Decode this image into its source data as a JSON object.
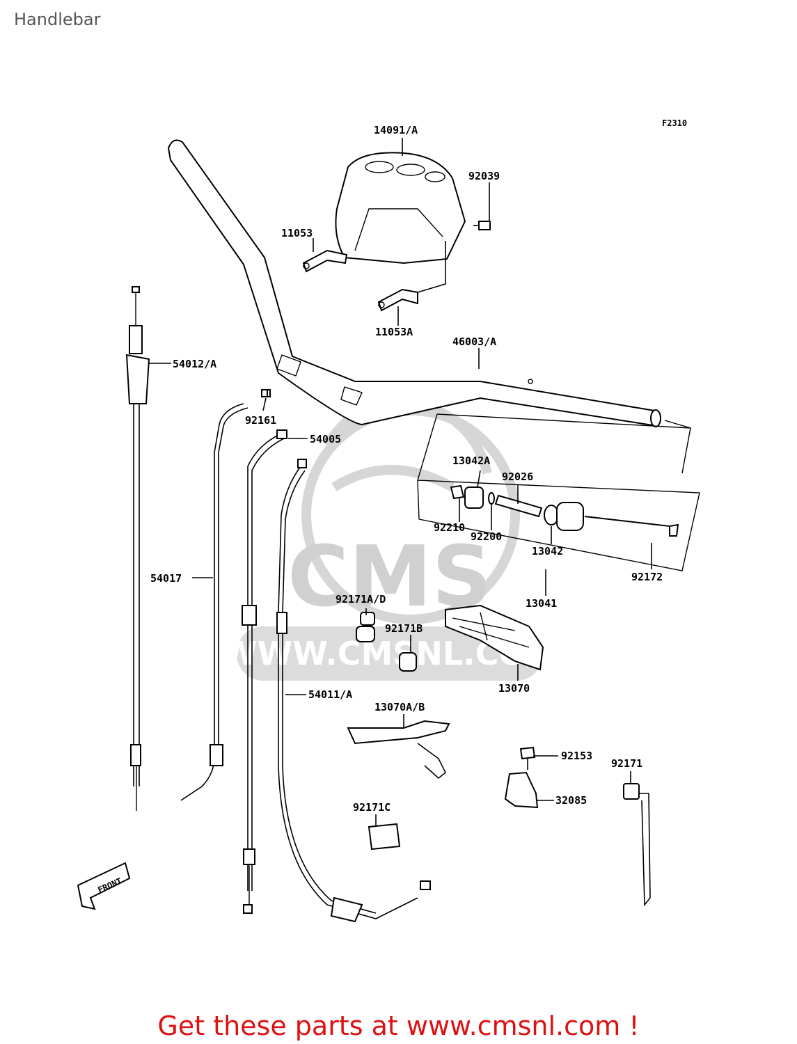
{
  "page": {
    "title": "Handlebar"
  },
  "diagram": {
    "figure_code": "F2310",
    "front_label": "FRONT",
    "watermark": {
      "logo": "CMS",
      "url": "WWW.CMSNL.COM"
    },
    "labels": {
      "p14091": "14091/A",
      "p92039": "92039",
      "p11053": "11053",
      "p11053A": "11053A",
      "p46003": "46003/A",
      "p54012": "54012/A",
      "p92161": "92161",
      "p54005": "54005",
      "p13042A": "13042A",
      "p92026": "92026",
      "p92210": "92210",
      "p92200": "92200",
      "p13042": "13042",
      "p92172": "92172",
      "p54017": "54017",
      "p13041": "13041",
      "p92171AD": "92171A/D",
      "p92171B": "92171B",
      "p13070": "13070",
      "p54011": "54011/A",
      "p13070AB": "13070A/B",
      "p92153": "92153",
      "p92171": "92171",
      "p32085": "32085",
      "p92171C": "92171C"
    }
  },
  "footer": {
    "promo_text": "Get these parts at www.cmsnl.com !",
    "promo_color": "#dd1111"
  }
}
